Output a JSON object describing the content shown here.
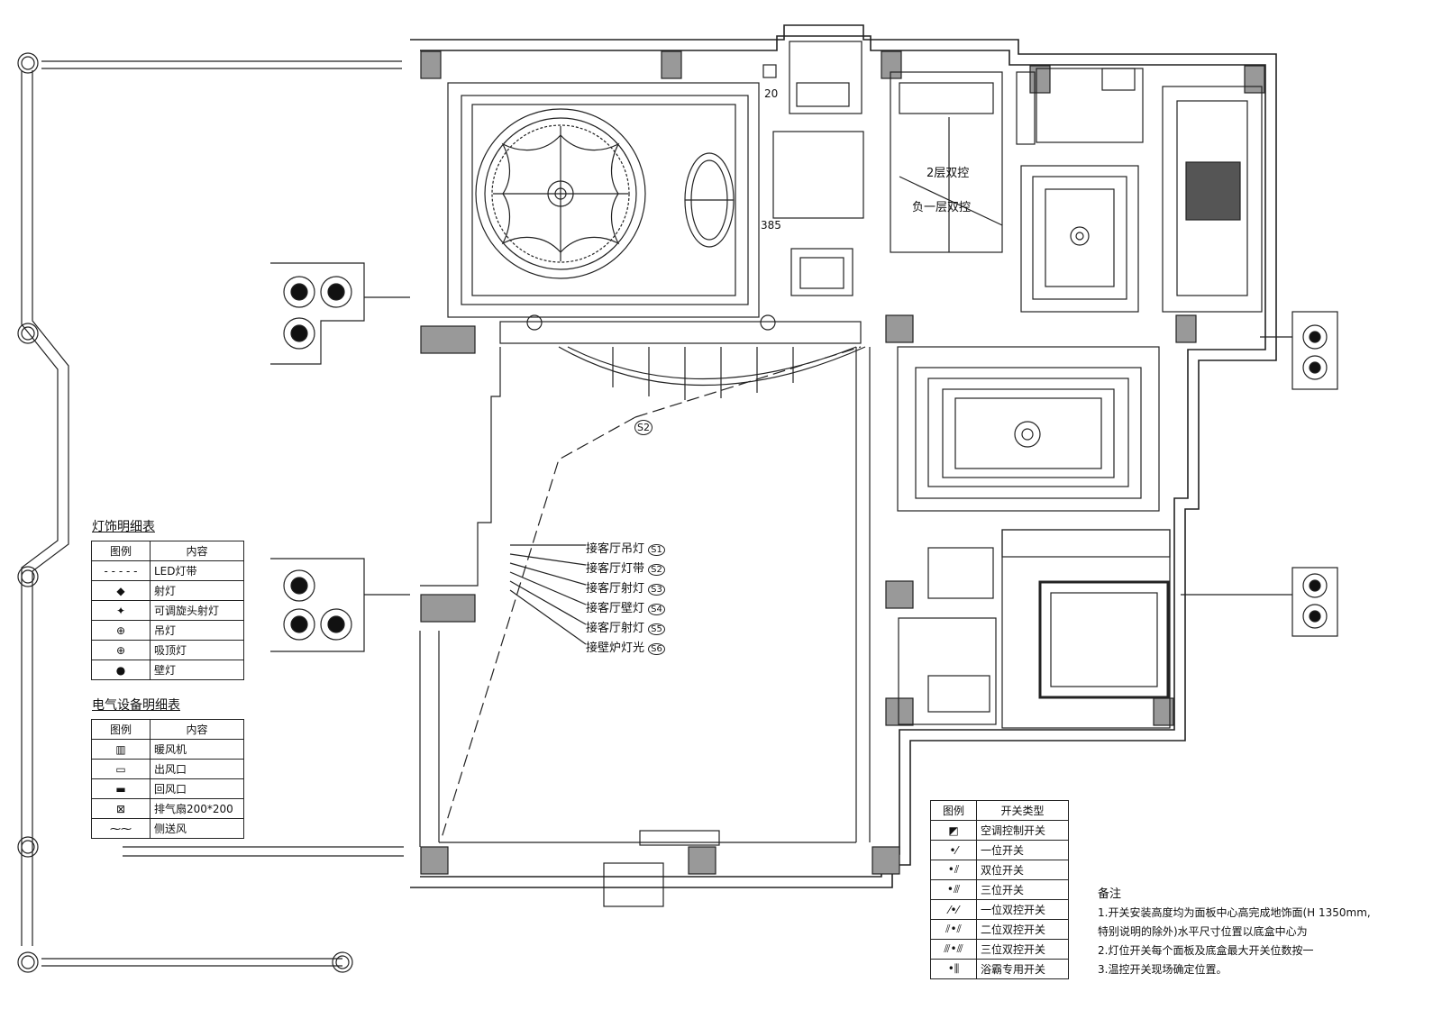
{
  "plan": {
    "room_labels": {
      "stair_2f": "2层双控",
      "stair_b1": "负一层双控",
      "dim_385": "385",
      "dim_20": "20"
    },
    "circuits": [
      {
        "label": "接客厅吊灯",
        "code": "S1"
      },
      {
        "label": "接客厅灯带",
        "code": "S2"
      },
      {
        "label": "接客厅射灯",
        "code": "S3"
      },
      {
        "label": "接客厅壁灯",
        "code": "S4"
      },
      {
        "label": "接客厅射灯",
        "code": "S5"
      },
      {
        "label": "接壁炉灯光",
        "code": "S6"
      }
    ],
    "circuit_tag": "S2"
  },
  "lamp_table": {
    "title": "灯饰明细表",
    "headers": [
      "图例",
      "内容"
    ],
    "rows": [
      {
        "icon": "led-strip-icon",
        "label": "LED灯带"
      },
      {
        "icon": "spotlight-icon",
        "label": "射灯"
      },
      {
        "icon": "adjustable-spotlight-icon",
        "label": "可调旋头射灯"
      },
      {
        "icon": "pendant-light-icon",
        "label": "吊灯"
      },
      {
        "icon": "ceiling-light-icon",
        "label": "吸顶灯"
      },
      {
        "icon": "wall-lamp-icon",
        "label": "壁灯"
      }
    ]
  },
  "equipment_table": {
    "title": "电气设备明细表",
    "headers": [
      "图例",
      "内容"
    ],
    "rows": [
      {
        "icon": "heater-fan-icon",
        "label": "暖风机"
      },
      {
        "icon": "supply-vent-icon",
        "label": "出风口"
      },
      {
        "icon": "return-vent-icon",
        "label": "回风口"
      },
      {
        "icon": "exhaust-fan-icon",
        "label": "排气扇200*200"
      },
      {
        "icon": "side-supply-icon",
        "label": "侧送风"
      }
    ]
  },
  "switch_table": {
    "headers": [
      "图例",
      "开关类型"
    ],
    "rows": [
      {
        "icon": "ac-switch-icon",
        "label": "空调控制开关"
      },
      {
        "icon": "single-switch-icon",
        "label": "一位开关"
      },
      {
        "icon": "double-switch-icon",
        "label": "双位开关"
      },
      {
        "icon": "triple-switch-icon",
        "label": "三位开关"
      },
      {
        "icon": "single-2way-switch-icon",
        "label": "一位双控开关"
      },
      {
        "icon": "double-2way-switch-icon",
        "label": "二位双控开关"
      },
      {
        "icon": "triple-2way-switch-icon",
        "label": "三位双控开关"
      },
      {
        "icon": "bath-heater-switch-icon",
        "label": "浴霸专用开关"
      }
    ]
  },
  "notes": {
    "title": "备注",
    "lines": [
      "1.开关安装高度均为面板中心高完成地饰面(H 1350mm,",
      "特别说明的除外)水平尺寸位置以底盒中心为",
      "2.灯位开关每个面板及底盒最大开关位数按一",
      "3.温控开关现场确定位置。"
    ]
  }
}
